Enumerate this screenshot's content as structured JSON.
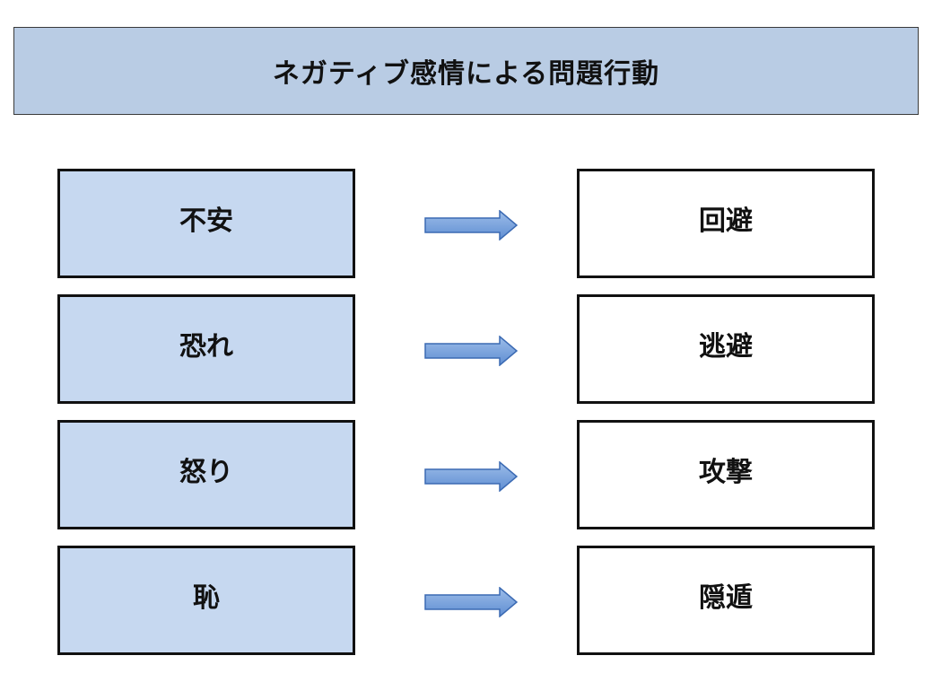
{
  "title": "ネガティブ感情による問題行動",
  "colors": {
    "title_fill": "#b9cce4",
    "emotion_fill": "#c6d8f0",
    "behavior_fill": "#ffffff",
    "arrow_fill": "#6f9ad8",
    "arrow_stroke": "#3b6ab3"
  },
  "rows": [
    {
      "emotion": "不安",
      "behavior": "回避"
    },
    {
      "emotion": "恐れ",
      "behavior": "逃避"
    },
    {
      "emotion": "怒り",
      "behavior": "攻撃"
    },
    {
      "emotion": "恥",
      "behavior": "隠遁"
    }
  ]
}
